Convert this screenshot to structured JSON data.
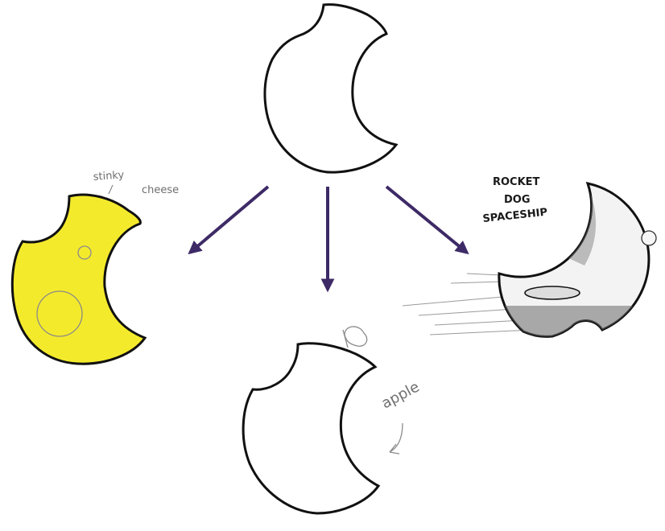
{
  "labels": {
    "cheese_1": "stinky",
    "cheese_2": "cheese",
    "apple": "apple",
    "rocket_1": "ROCKET",
    "rocket_2": "DOG",
    "rocket_3": "SPACESHIP"
  },
  "colors": {
    "outline": "#111111",
    "cheese_fill": "#f4ea2c",
    "arrow": "#3d2a66",
    "pencil": "#8a8a8a"
  }
}
